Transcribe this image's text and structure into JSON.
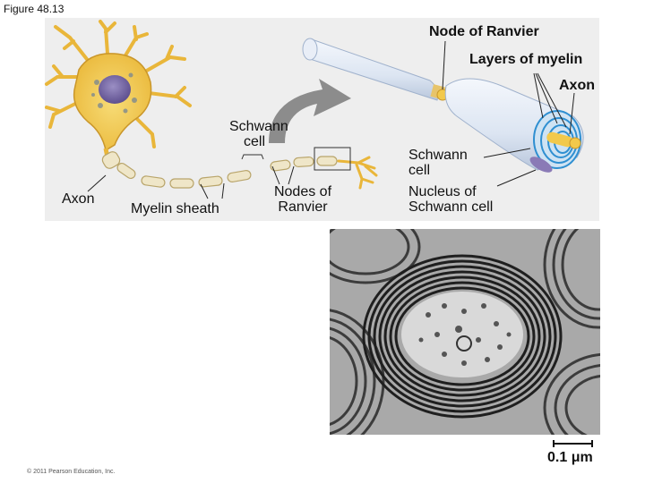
{
  "figure": {
    "label": "Figure 48.13",
    "copyright": "© 2011 Pearson Education, Inc."
  },
  "labels": {
    "node_of_ranvier_top": "Node of Ranvier",
    "layers_of_myelin": "Layers of myelin",
    "axon_right": "Axon",
    "schwann_cell_left_line1": "Schwann",
    "schwann_cell_left_line2": "cell",
    "axon_left": "Axon",
    "myelin_sheath": "Myelin sheath",
    "nodes_of_ranvier_line1": "Nodes of",
    "nodes_of_ranvier_line2": "Ranvier",
    "schwann_cell_right_line1": "Schwann",
    "schwann_cell_right_line2": "cell",
    "nucleus_line1": "Nucleus of",
    "nucleus_line2": "Schwann cell",
    "scale": "0.1 μm"
  },
  "colors": {
    "neuron": "#f2c94c",
    "neuron_outline": "#c9962a",
    "myelin": "#dfe7f3",
    "myelin_outline": "#9fb1cc",
    "spiral": "#2f8fd1",
    "nucleus": "#8a7ab6",
    "arrow": "#8c8c8c"
  }
}
